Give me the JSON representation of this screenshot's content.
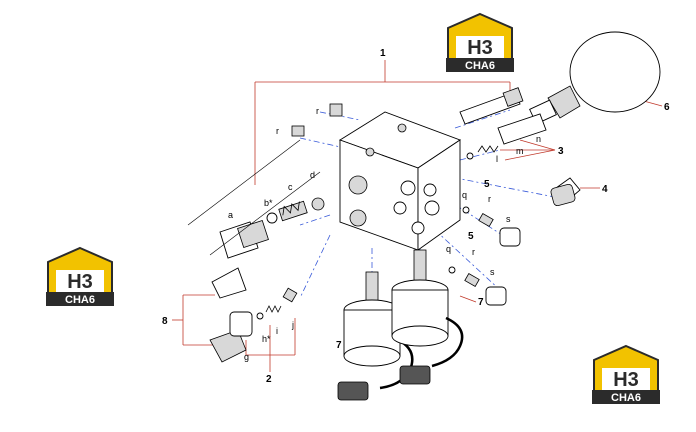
{
  "logo": {
    "mark": "H3",
    "text": "CHA6"
  },
  "labels": {
    "l1": "1",
    "l2": "2",
    "l3": "3",
    "l4": "4",
    "l5a": "5",
    "l5b": "5",
    "l6": "6",
    "l7a": "7",
    "l7b": "7",
    "l8": "8",
    "a": "a",
    "b": "b*",
    "c": "c",
    "d": "d",
    "g": "g",
    "h": "h*",
    "i": "i",
    "j": "j",
    "r1": "r",
    "r2": "r",
    "r3": "r",
    "r4": "r",
    "q1": "q",
    "q2": "q",
    "s1": "s",
    "s2": "s",
    "m": "m",
    "n": "n",
    "l": "l"
  },
  "colors": {
    "leader": "#c0392b",
    "axis": "#3a5bd9",
    "logo_yellow": "#f2c200",
    "logo_dark": "#2b2b2b"
  }
}
